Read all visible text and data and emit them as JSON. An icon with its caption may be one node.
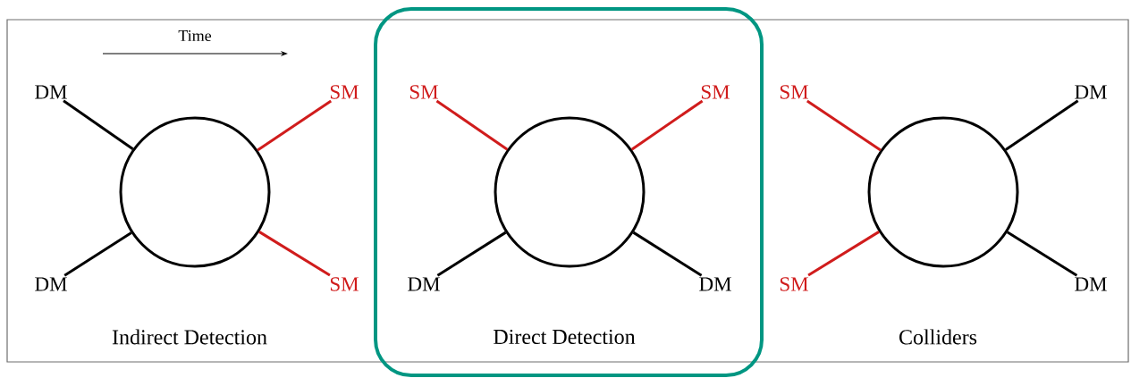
{
  "diagram": {
    "nodes": [
      {
        "text": [],
        "shape": "circle",
        "beside": [
          "Indirect Detection"
        ]
      },
      {
        "text": [
          "DM"
        ]
      },
      {
        "text": [
          "SM"
        ]
      },
      {
        "text": [
          "DM"
        ]
      },
      {
        "text": [
          "SM"
        ]
      },
      {
        "text": [],
        "shape": "circle",
        "beside": [
          "Direct Detection"
        ]
      },
      {
        "text": [
          "SM"
        ]
      },
      {
        "text": [
          "SM"
        ]
      },
      {
        "text": [
          "DM"
        ]
      },
      {
        "text": [
          "DM"
        ]
      },
      {
        "text": [],
        "shape": "circle",
        "beside": [
          "Colliders"
        ]
      },
      {
        "text": [
          "SM"
        ]
      },
      {
        "text": [
          "DM"
        ]
      },
      {
        "text": [
          "SM"
        ]
      },
      {
        "text": [
          "DM"
        ]
      }
    ],
    "edges": [
      {
        "from": 1,
        "to": 0,
        "arrow": "none"
      },
      {
        "from": 2,
        "to": 0,
        "arrow": "none",
        "color": "#d01c1c"
      },
      {
        "from": 3,
        "to": 0,
        "arrow": "none"
      },
      {
        "from": 4,
        "to": 0,
        "arrow": "none",
        "color": "#d01c1c"
      },
      {
        "from": 6,
        "to": 5,
        "arrow": "none",
        "color": "#d01c1c"
      },
      {
        "from": 7,
        "to": 5,
        "arrow": "none",
        "color": "#d01c1c"
      },
      {
        "from": 8,
        "to": 5,
        "arrow": "none"
      },
      {
        "from": 9,
        "to": 5,
        "arrow": "none"
      },
      {
        "from": 11,
        "to": 10,
        "arrow": "none",
        "color": "#d01c1c"
      },
      {
        "from": 12,
        "to": 10,
        "arrow": "none"
      },
      {
        "from": 13,
        "to": 10,
        "arrow": "none",
        "color": "#d01c1c"
      },
      {
        "from": 14,
        "to": 10,
        "arrow": "none"
      }
    ],
    "labels": [
      "Time"
    ]
  }
}
